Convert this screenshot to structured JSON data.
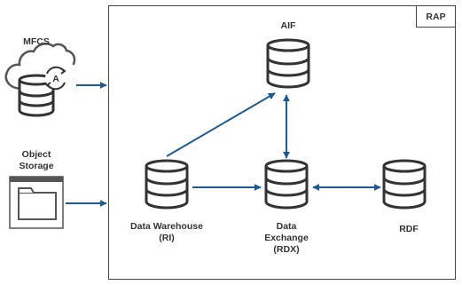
{
  "region": {
    "label": "RAP"
  },
  "sources": {
    "mfcs": {
      "label": "MFCS",
      "badge": "A"
    },
    "object_storage": {
      "label_line1": "Object",
      "label_line2": "Storage"
    }
  },
  "nodes": {
    "aif": {
      "label": "AIF"
    },
    "data_warehouse": {
      "label_line1": "Data Warehouse",
      "label_line2": "(RI)"
    },
    "data_exchange": {
      "label_line1": "Data",
      "label_line2": "Exchange",
      "label_line3": "(RDX)"
    },
    "rdf": {
      "label": "RDF"
    }
  },
  "edges": [
    {
      "from": "MFCS",
      "to": "RAP",
      "direction": "one-way"
    },
    {
      "from": "Object Storage",
      "to": "RAP",
      "direction": "one-way"
    },
    {
      "from": "Data Warehouse (RI)",
      "to": "AIF",
      "direction": "one-way"
    },
    {
      "from": "Data Warehouse (RI)",
      "to": "Data Exchange (RDX)",
      "direction": "one-way"
    },
    {
      "from": "AIF",
      "to": "Data Exchange (RDX)",
      "direction": "two-way"
    },
    {
      "from": "Data Exchange (RDX)",
      "to": "RDF",
      "direction": "two-way"
    }
  ],
  "colors": {
    "arrow": "#1f5b93",
    "line": "#333333",
    "box_border": "#444444",
    "text": "#333333"
  }
}
